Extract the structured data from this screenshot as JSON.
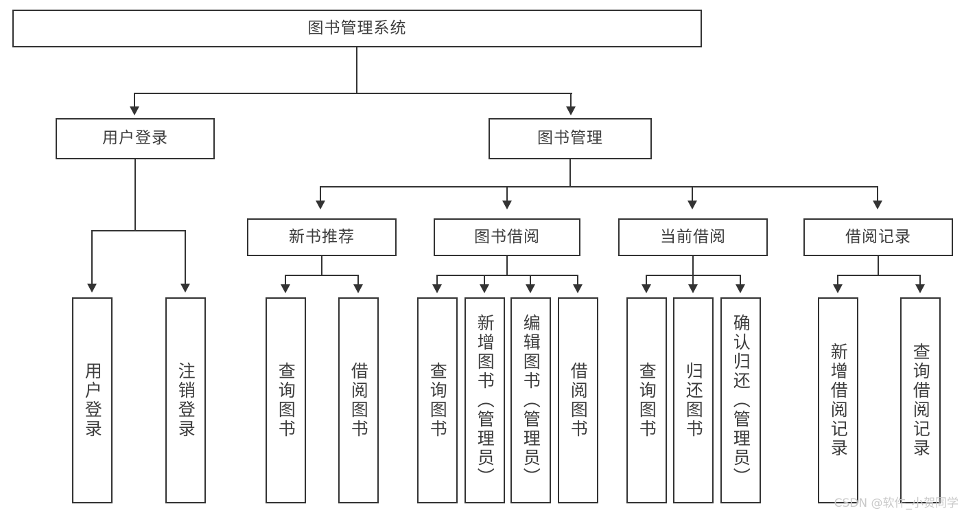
{
  "diagram": {
    "title": "图书管理系统",
    "type": "tree",
    "root": {
      "label": "图书管理系统"
    },
    "level1": [
      {
        "label": "用户登录"
      },
      {
        "label": "图书管理"
      }
    ],
    "level2": [
      {
        "label": "新书推荐"
      },
      {
        "label": "图书借阅"
      },
      {
        "label": "当前借阅"
      },
      {
        "label": "借阅记录"
      }
    ],
    "leaves": {
      "user_login": [
        {
          "label": "用户登录"
        },
        {
          "label": "注销登录"
        }
      ],
      "new_book_recommend": [
        {
          "label": "查询图书"
        },
        {
          "label": "借阅图书"
        }
      ],
      "book_borrow": [
        {
          "label": "查询图书"
        },
        {
          "label": "新增图书（管理员）"
        },
        {
          "label": "编辑图书（管理员）"
        },
        {
          "label": "借阅图书"
        }
      ],
      "current_borrow": [
        {
          "label": "查询图书"
        },
        {
          "label": "归还图书"
        },
        {
          "label": "确认归还（管理员）"
        }
      ],
      "borrow_record": [
        {
          "label": "新增借阅记录"
        },
        {
          "label": "查询借阅记录"
        }
      ]
    }
  },
  "watermark": {
    "text": "CSDN @软件_小贺同学"
  },
  "colors": {
    "border": "#333333",
    "text": "#3d3d3d",
    "background": "#ffffff",
    "watermark": "#c9c9c9"
  }
}
